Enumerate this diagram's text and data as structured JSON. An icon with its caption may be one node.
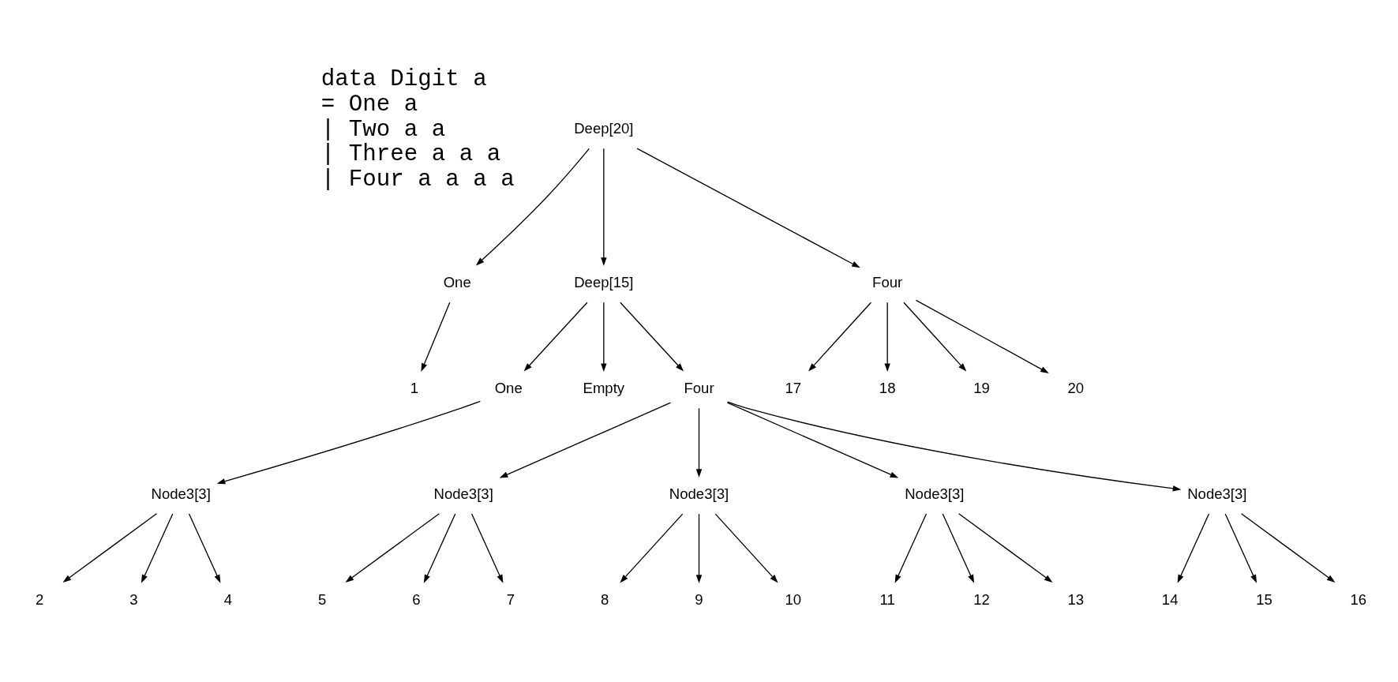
{
  "diagram": {
    "nodes": [
      {
        "text": [
          "Deep[20]"
        ]
      },
      {
        "text": [
          "One"
        ]
      },
      {
        "text": [
          "Deep[15]"
        ]
      },
      {
        "text": [
          "Four"
        ]
      },
      {
        "text": [
          "1"
        ]
      },
      {
        "text": [
          "One"
        ]
      },
      {
        "text": [
          "Empty"
        ]
      },
      {
        "text": [
          "Four"
        ]
      },
      {
        "text": [
          "17"
        ]
      },
      {
        "text": [
          "18"
        ]
      },
      {
        "text": [
          "19"
        ]
      },
      {
        "text": [
          "20"
        ]
      },
      {
        "text": [
          "Node3[3]"
        ]
      },
      {
        "text": [
          "Node3[3]"
        ]
      },
      {
        "text": [
          "Node3[3]"
        ]
      },
      {
        "text": [
          "Node3[3]"
        ]
      },
      {
        "text": [
          "Node3[3]"
        ]
      },
      {
        "text": [
          "2"
        ]
      },
      {
        "text": [
          "3"
        ]
      },
      {
        "text": [
          "4"
        ]
      },
      {
        "text": [
          "5"
        ]
      },
      {
        "text": [
          "6"
        ]
      },
      {
        "text": [
          "7"
        ]
      },
      {
        "text": [
          "8"
        ]
      },
      {
        "text": [
          "9"
        ]
      },
      {
        "text": [
          "10"
        ]
      },
      {
        "text": [
          "11"
        ]
      },
      {
        "text": [
          "12"
        ]
      },
      {
        "text": [
          "13"
        ]
      },
      {
        "text": [
          "14"
        ]
      },
      {
        "text": [
          "15"
        ]
      },
      {
        "text": [
          "16"
        ]
      }
    ],
    "edges": [
      {
        "from": 0,
        "to": 1,
        "arrow": "to"
      },
      {
        "from": 0,
        "to": 2,
        "arrow": "to"
      },
      {
        "from": 0,
        "to": 3,
        "arrow": "to"
      },
      {
        "from": 1,
        "to": 4,
        "arrow": "to"
      },
      {
        "from": 2,
        "to": 5,
        "arrow": "to"
      },
      {
        "from": 2,
        "to": 6,
        "arrow": "to"
      },
      {
        "from": 2,
        "to": 7,
        "arrow": "to"
      },
      {
        "from": 3,
        "to": 8,
        "arrow": "to"
      },
      {
        "from": 3,
        "to": 9,
        "arrow": "to"
      },
      {
        "from": 3,
        "to": 10,
        "arrow": "to"
      },
      {
        "from": 3,
        "to": 11,
        "arrow": "to"
      },
      {
        "from": 5,
        "to": 12,
        "arrow": "to"
      },
      {
        "from": 7,
        "to": 13,
        "arrow": "to"
      },
      {
        "from": 7,
        "to": 14,
        "arrow": "to"
      },
      {
        "from": 7,
        "to": 15,
        "arrow": "to"
      },
      {
        "from": 7,
        "to": 16,
        "arrow": "to"
      },
      {
        "from": 12,
        "to": 17,
        "arrow": "to"
      },
      {
        "from": 12,
        "to": 18,
        "arrow": "to"
      },
      {
        "from": 12,
        "to": 19,
        "arrow": "to"
      },
      {
        "from": 13,
        "to": 20,
        "arrow": "to"
      },
      {
        "from": 13,
        "to": 21,
        "arrow": "to"
      },
      {
        "from": 13,
        "to": 22,
        "arrow": "to"
      },
      {
        "from": 14,
        "to": 23,
        "arrow": "to"
      },
      {
        "from": 14,
        "to": 24,
        "arrow": "to"
      },
      {
        "from": 14,
        "to": 25,
        "arrow": "to"
      },
      {
        "from": 15,
        "to": 26,
        "arrow": "to"
      },
      {
        "from": 15,
        "to": 27,
        "arrow": "to"
      },
      {
        "from": 15,
        "to": 28,
        "arrow": "to"
      },
      {
        "from": 16,
        "to": 29,
        "arrow": "to"
      },
      {
        "from": 16,
        "to": 30,
        "arrow": "to"
      },
      {
        "from": 16,
        "to": 31,
        "arrow": "to"
      }
    ],
    "labels": [
      "data Digit a",
      "= One a",
      "| Two a a",
      "| Three a a a",
      "| Four a a a a"
    ]
  }
}
